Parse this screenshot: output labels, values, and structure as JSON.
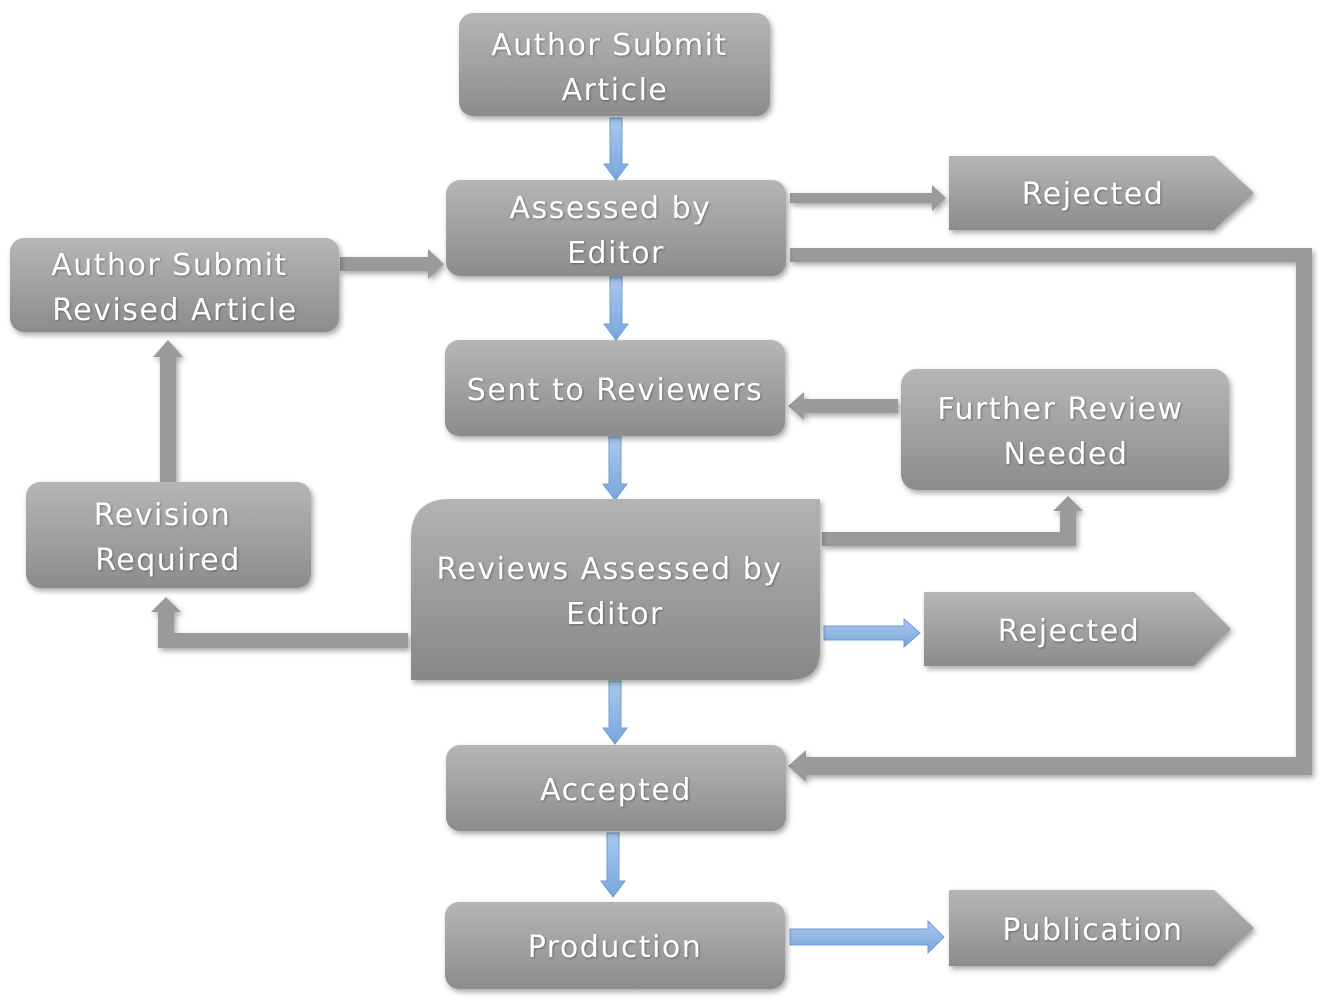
{
  "nodes": {
    "author_submit_article": [
      "Author Submit",
      "Article"
    ],
    "assessed_by_editor": [
      "Assessed by",
      "Editor"
    ],
    "rejected_1": [
      "Rejected"
    ],
    "author_submit_revised": [
      "Author Submit",
      "Revised Article"
    ],
    "sent_to_reviewers": [
      "Sent to Reviewers"
    ],
    "further_review_needed": [
      "Further Review",
      "Needed"
    ],
    "revision_required": [
      "Revision",
      "Required"
    ],
    "reviews_assessed_by_editor": [
      "Reviews Assessed by",
      "Editor"
    ],
    "rejected_2": [
      "Rejected"
    ],
    "accepted": [
      "Accepted"
    ],
    "production": [
      "Production"
    ],
    "publication": [
      "Publication"
    ]
  },
  "colors": {
    "box_light": "#b4b4b4",
    "box_dark": "#8e8e8e",
    "gray_arrow": "#9a9a9a",
    "blue_arrow": "#8fb5e3",
    "text": "#ffffff"
  }
}
